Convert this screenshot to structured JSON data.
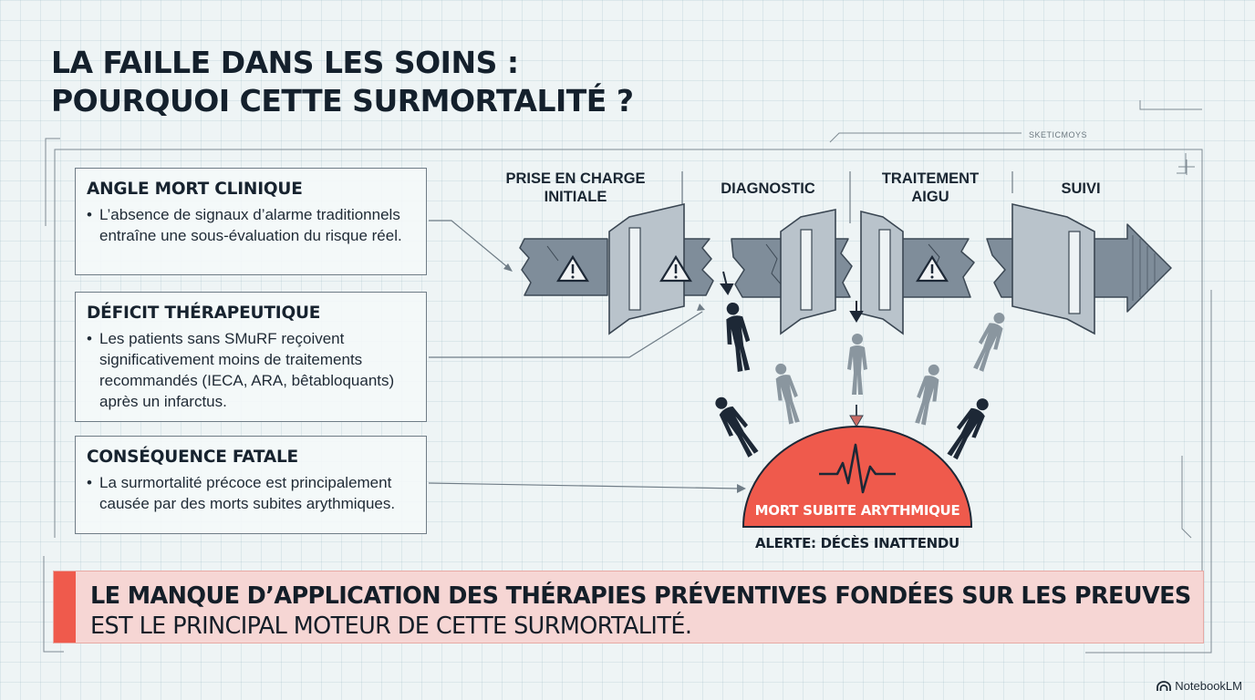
{
  "title": {
    "line1": "LA FAILLE DANS LES SOINS :",
    "line2": "POURQUOI CETTE SURMORTALITÉ ?"
  },
  "sketch_note": "SKETICMOYS",
  "boxes": [
    {
      "heading": "ANGLE MORT CLINIQUE",
      "bullet": "•",
      "text": "L’absence de signaux d’alarme traditionnels entraîne une sous-évaluation du risque réel."
    },
    {
      "heading": "DÉFICIT THÉRAPEUTIQUE",
      "bullet": "•",
      "text": "Les patients sans SMuRF reçoivent significativement moins de traitements recommandés (IECA, ARA, bêtabloquants) après un infarctus."
    },
    {
      "heading": "CONSÉQUENCE FATALE",
      "bullet": "•",
      "text": "La surmortalité précoce est principalement causée par des morts subites arythmiques."
    }
  ],
  "stages": {
    "s1_line1": "PRISE EN CHARGE",
    "s1_line2": "INITIALE",
    "s2": "DIAGNOSTIC",
    "s3_line1": "TRAITEMENT",
    "s3_line2": "AIGU",
    "s4": "SUIVI"
  },
  "outcome": {
    "label": "MORT SUBITE ARYTHMIQUE",
    "alert": "ALERTE: DÉCÈS INATTENDU"
  },
  "banner": {
    "line1": "LE MANQUE D’APPLICATION DES THÉRAPIES PRÉVENTIVES FONDÉES SUR LES PREUVES",
    "line2": "EST LE PRINCIPAL MOTEUR DE CETTE SURMORTALITÉ."
  },
  "brand": "NotebookLM",
  "colors": {
    "alert_red": "#ef5a4c",
    "pipe_gray": "#7f8d9a",
    "figure_dark": "#1d2836",
    "figure_light": "#8a969f",
    "banner_bg": "#f6d6d4"
  },
  "icons": [
    "warning-icon",
    "heartbeat-icon",
    "person-icon",
    "down-arrow-icon",
    "notebooklm-logo-icon"
  ]
}
